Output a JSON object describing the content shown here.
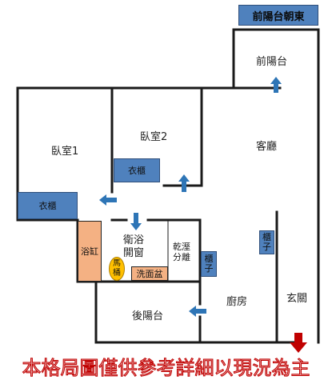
{
  "orientation_tag": "前陽台朝東",
  "rooms": {
    "front_balcony": "前陽台",
    "bedroom1": "臥室1",
    "bedroom2": "臥室2",
    "living_room": "客廳",
    "bathroom": "衛浴\n開窗",
    "dry_wet": "乾溼\n分離",
    "kitchen": "廚房",
    "entrance": "玄關",
    "rear_balcony": "後陽台"
  },
  "fixtures": {
    "closet1": "衣櫃",
    "closet2": "衣櫃",
    "bathtub": "浴缸",
    "toilet": "馬\n桶",
    "washbasin": "洗面盆",
    "cabinet_kitchen": "櫃\n子",
    "cabinet_entry": "櫃\n子"
  },
  "disclaimer": "本格局圖僅供參考詳細以現況為主",
  "colors": {
    "wall": "#1a1a1a",
    "fixture_blue": "#4f81bd",
    "fixture_orange": "#f4b183",
    "toilet_yellow": "#ffc000",
    "arrow_blue": "#2e75b6",
    "entry_arrow_red": "#c00000",
    "disclaimer_red": "#c00000"
  }
}
